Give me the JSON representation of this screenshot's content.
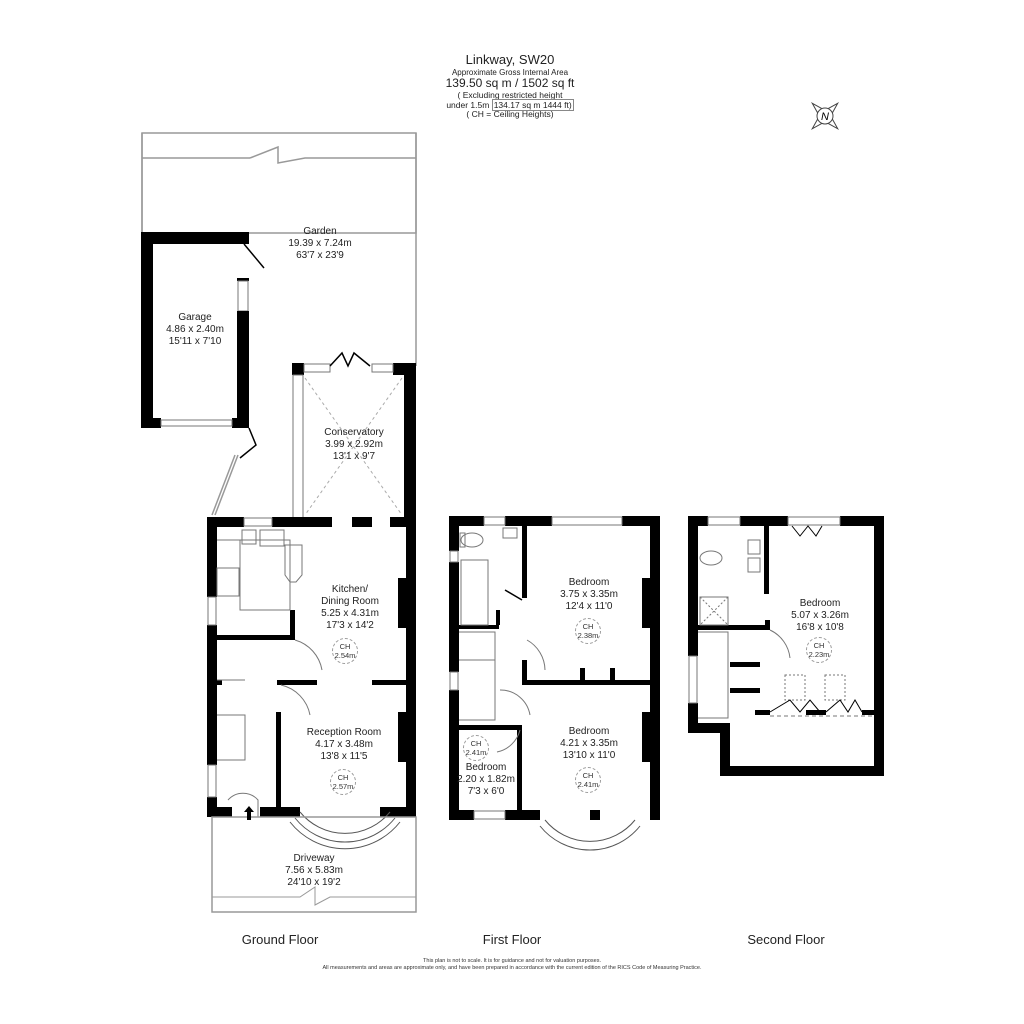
{
  "header": {
    "title": "Linkway, SW20",
    "area_caption": "Approximate Gross Internal Area",
    "total_area": "139.50 sq m / 1502 sq ft",
    "excl_line1": "( Excluding restricted height",
    "excl_prefix": "under 1.5m",
    "excl_area": "134.17 sq m 1444 ft)",
    "ch_note": "( CH = Ceiling Heights)"
  },
  "compass": {
    "label": "N",
    "icon": "north-compass-icon"
  },
  "floors": [
    {
      "name": "Ground Floor",
      "rooms": [
        {
          "name": "Garden",
          "metric": "19.39 x 7.24m",
          "imperial": "63'7 x 23'9"
        },
        {
          "name": "Garage",
          "metric": "4.86 x 2.40m",
          "imperial": "15'11 x 7'10"
        },
        {
          "name": "Conservatory",
          "metric": "3.99 x 2.92m",
          "imperial": "13'1 x 9'7"
        },
        {
          "name": "Kitchen/",
          "name2": "Dining Room",
          "metric": "5.25 x 4.31m",
          "imperial": "17'3 x 14'2",
          "ch": "2.54m"
        },
        {
          "name": "Reception Room",
          "metric": "4.17 x 3.48m",
          "imperial": "13'8 x 11'5",
          "ch": "2.57m"
        },
        {
          "name": "Driveway",
          "metric": "7.56 x 5.83m",
          "imperial": "24'10 x 19'2"
        }
      ]
    },
    {
      "name": "First Floor",
      "rooms": [
        {
          "name": "Bedroom",
          "metric": "3.75 x 3.35m",
          "imperial": "12'4 x 11'0",
          "ch": "2.38m"
        },
        {
          "name": "Bedroom",
          "metric": "4.21 x 3.35m",
          "imperial": "13'10 x 11'0",
          "ch": "2.41m"
        },
        {
          "name": "Bedroom",
          "metric": "2.20 x 1.82m",
          "imperial": "7'3 x 6'0",
          "ch": "2.41m"
        }
      ]
    },
    {
      "name": "Second Floor",
      "rooms": [
        {
          "name": "Bedroom",
          "metric": "5.07 x 3.26m",
          "imperial": "16'8 x 10'8",
          "ch": "2.23m"
        }
      ]
    }
  ],
  "ch_label": "CH",
  "disclaimer": {
    "line1": "This plan is not to scale. It is for guidance and not for valuation purposes.",
    "line2": "All measurements and areas are approximate only, and have been prepared in accordance with the current edition of the RICS Code of Measuring Practice."
  }
}
